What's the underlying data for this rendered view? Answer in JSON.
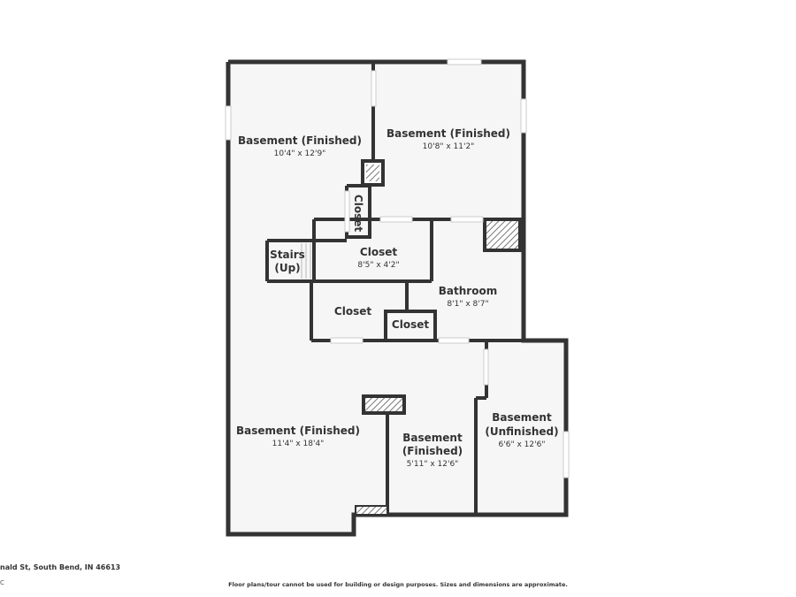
{
  "colors": {
    "wall": "#333333",
    "floor": "#f6f6f6",
    "text": "#333333",
    "background": "#ffffff"
  },
  "rooms": {
    "basement_nw": {
      "name": "Basement (Finished)",
      "dims": "10'4\" x 12'9\""
    },
    "basement_ne": {
      "name": "Basement (Finished)",
      "dims": "10'8\" x 11'2\""
    },
    "closet_vertical": {
      "name": "Closet"
    },
    "stairs": {
      "line1": "Stairs",
      "line2": "(Up)"
    },
    "closet_mid": {
      "name": "Closet",
      "dims": "8'5\" x 4'2\""
    },
    "bathroom": {
      "name": "Bathroom",
      "dims": "8'1\" x 8'7\""
    },
    "closet_left": {
      "name": "Closet"
    },
    "closet_small": {
      "name": "Closet"
    },
    "basement_sw": {
      "name": "Basement (Finished)",
      "dims": "11'4\" x 18'4\""
    },
    "basement_s": {
      "line1": "Basement",
      "line2": "(Finished)",
      "dims": "5'11\" x 12'6\""
    },
    "basement_unfinished": {
      "line1": "Basement",
      "line2": "(Unfinished)",
      "dims": "6'6\" x 12'6\""
    }
  },
  "footer": {
    "address": "nald St, South Bend, IN 46613",
    "mark": "C",
    "disclaimer": "Floor plans/tour cannot be used for building or design purposes. Sizes and dimensions are approximate."
  }
}
